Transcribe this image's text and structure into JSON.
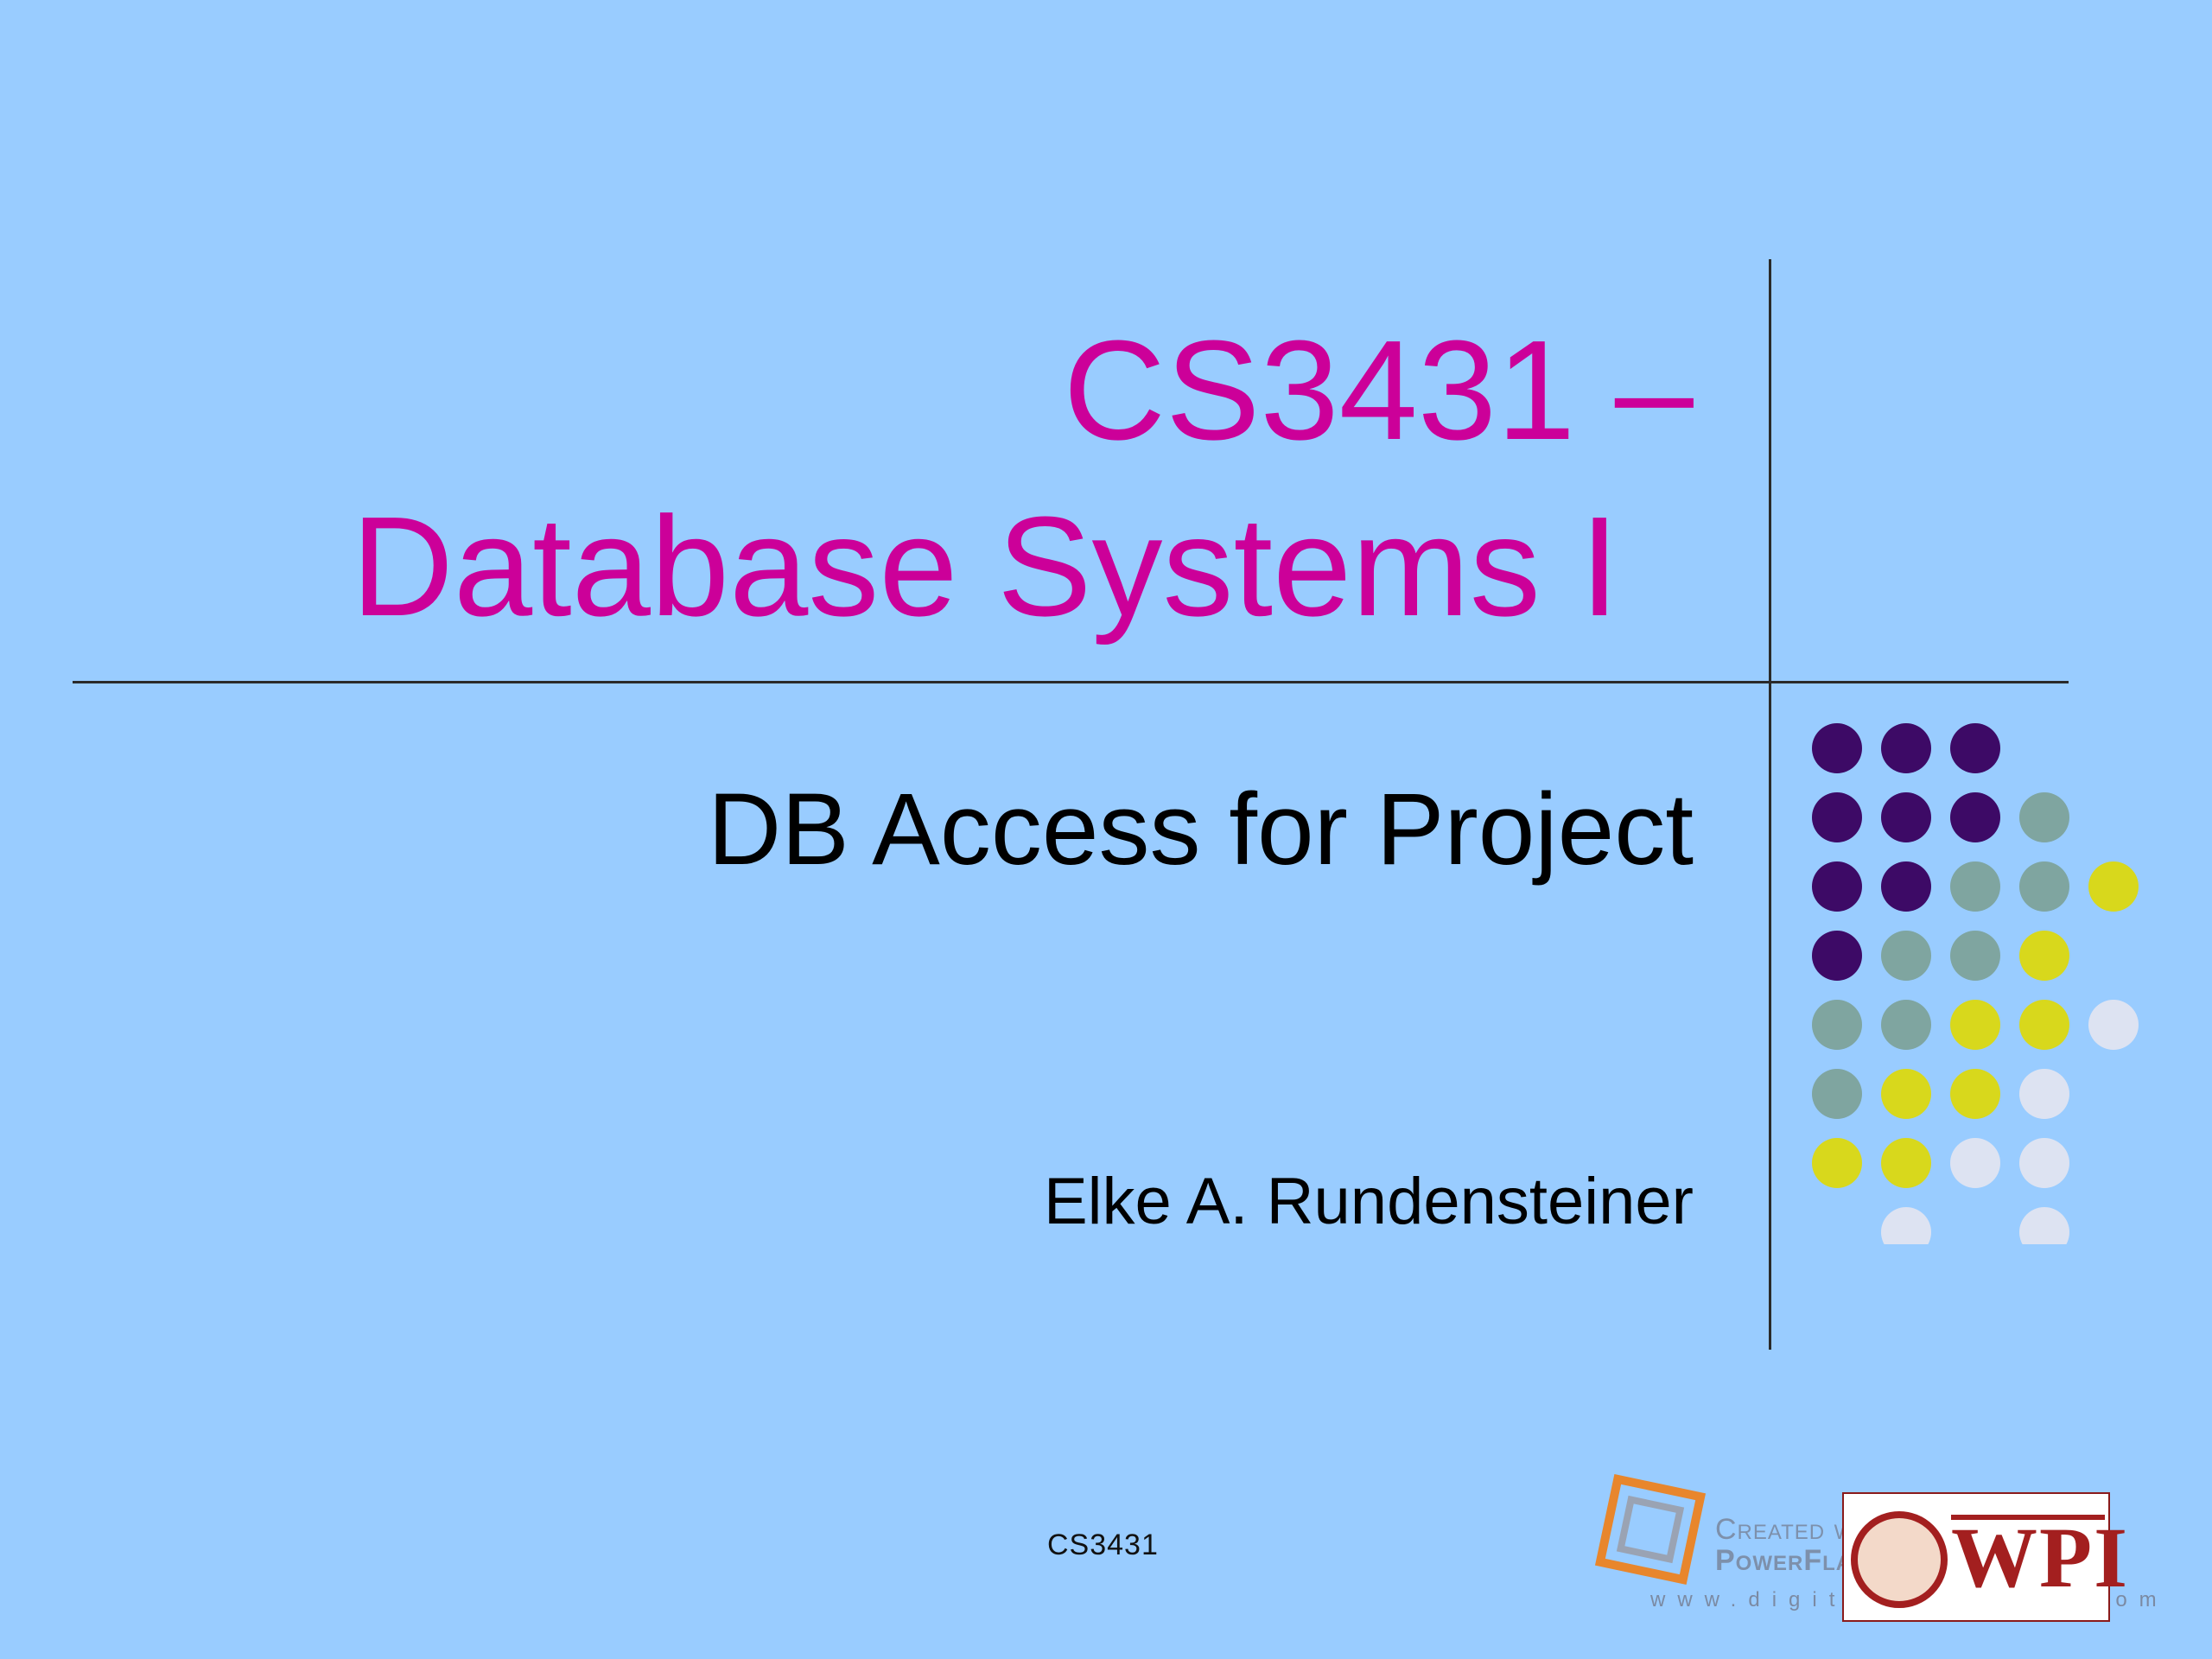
{
  "slide": {
    "title_line1": "CS3431 –",
    "title_line2": "Database Systems I",
    "subtitle": "DB Access for Project",
    "author": "Elke A. Rundensteiner",
    "footer": "CS3431"
  },
  "watermark": {
    "line1": "Created with",
    "line2": "PowerFlashPoint Free",
    "url": "www.digitalofficepro.com"
  },
  "logo": {
    "text": "WPI"
  },
  "colors": {
    "background": "#99ccff",
    "title": "#cc0099",
    "rules": "#2a2a2a",
    "dot_purple": "#3d0a66",
    "dot_teal": "#7fa5a0",
    "dot_yellow": "#d8d81c",
    "dot_pale": "#dde3f2"
  },
  "decor": {
    "dot_grid_rows": [
      [
        "purple",
        "purple",
        "purple",
        "",
        "",
        ""
      ],
      [
        "purple",
        "purple",
        "purple",
        "teal",
        "",
        ""
      ],
      [
        "purple",
        "purple",
        "teal",
        "teal",
        "yellow",
        ""
      ],
      [
        "purple",
        "teal",
        "teal",
        "yellow",
        "",
        ""
      ],
      [
        "teal",
        "teal",
        "yellow",
        "yellow",
        "pale",
        ""
      ],
      [
        "teal",
        "yellow",
        "yellow",
        "pale",
        "",
        ""
      ],
      [
        "yellow",
        "yellow",
        "pale",
        "pale",
        "",
        ""
      ],
      [
        "",
        "pale",
        "",
        "pale",
        "",
        ""
      ]
    ]
  }
}
